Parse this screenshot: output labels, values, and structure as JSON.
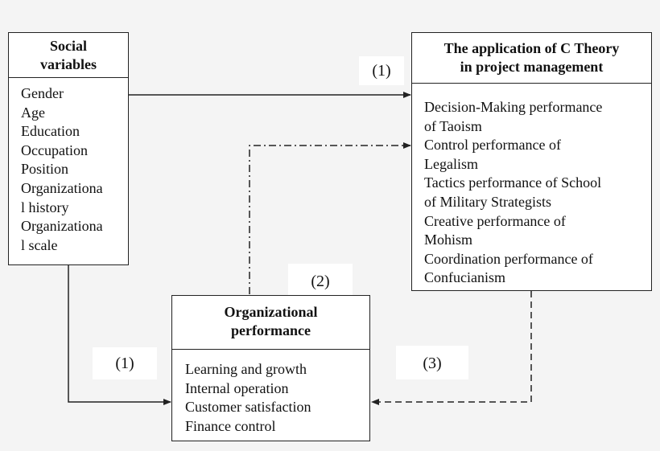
{
  "social_variables": {
    "title": "Social variables",
    "title_lines": [
      "Social",
      "variables"
    ],
    "items": [
      "Gender",
      "Age",
      "Education",
      "Occupation",
      "Position",
      "Organizationa",
      "l history",
      "Organizationa",
      "l scale"
    ]
  },
  "c_theory": {
    "title_lines": [
      "The application of C Theory",
      "in project management"
    ],
    "items": [
      "Decision-Making performance",
      "of Taoism",
      "Control performance of",
      "Legalism",
      "Tactics performance of School",
      "of Military Strategists",
      "Creative performance of",
      "Mohism",
      "Coordination performance of",
      "Confucianism"
    ]
  },
  "org_performance": {
    "title_lines": [
      "Organizational",
      "performance"
    ],
    "items": [
      "Learning and growth",
      "Internal operation",
      "Customer satisfaction",
      "Finance control"
    ]
  },
  "path_labels": {
    "top": "(1)",
    "left": "(1)",
    "middle": "(2)",
    "right": "(3)"
  },
  "colors": {
    "background": "#f4f4f4",
    "box": "#ffffff",
    "line": "#222222"
  }
}
